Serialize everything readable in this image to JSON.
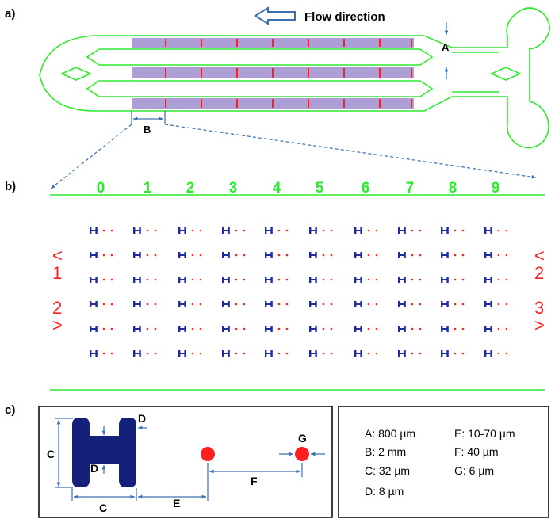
{
  "panels": {
    "a_label": "a)",
    "b_label": "b)",
    "c_label": "c)"
  },
  "flow": {
    "label": "Flow direction"
  },
  "panel_a": {
    "marker_A": "A",
    "marker_B": "B"
  },
  "panel_b": {
    "column_numbers": [
      "0",
      "1",
      "2",
      "3",
      "4",
      "5",
      "6",
      "7",
      "8",
      "9"
    ],
    "left_top": "1",
    "left_bottom": "2",
    "right_top": "2",
    "right_bottom": "3",
    "pillar_rows": 6,
    "pillar_cols": 10
  },
  "panel_c": {
    "dim_C_vertical": "C",
    "dim_C_horizontal": "C",
    "dim_D_top": "D",
    "dim_D_mid": "D",
    "dim_E": "E",
    "dim_F": "F",
    "dim_G": "G"
  },
  "params": {
    "A": "A: 800 µm",
    "B": "B: 2      mm",
    "C": "C: 32   µm",
    "D": "D: 8     µm",
    "E": "E: 10-70  µm",
    "F": "F: 40       µm",
    "G": "G: 6         µm"
  },
  "colors": {
    "channel": "#2ee82e",
    "pillar": "#1f2a9e",
    "dot": "#ff1f1f",
    "arrow": "#3a6fb0"
  }
}
